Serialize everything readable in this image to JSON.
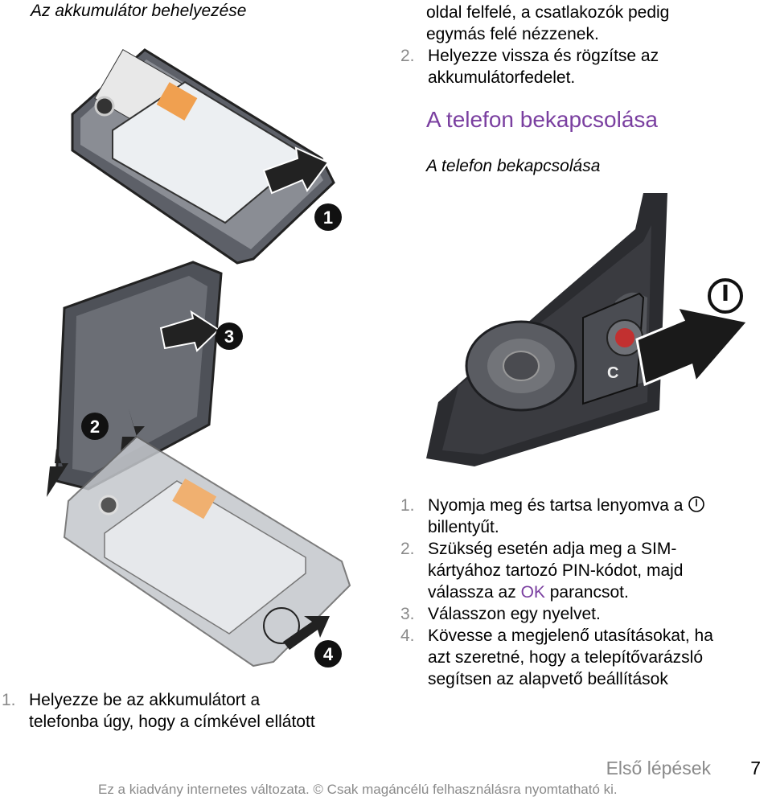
{
  "left": {
    "heading": "Az akkumulátor behelyezése",
    "step1_number": "1.",
    "step1_text_line1": "Helyezze be az akkumulátort a",
    "step1_text_line2": "telefonba úgy, hogy a címkével ellátott"
  },
  "right_top": {
    "line1": "oldal felfelé, a csatlakozók pedig",
    "line2": "egymás felé nézzenek.",
    "step2_number": "2.",
    "step2_line1": "Helyezze vissza és rögzítse az",
    "step2_line2": "akkumulátorfedelet."
  },
  "section": {
    "title": "A telefon bekapcsolása",
    "subtitle": "A telefon bekapcsolása"
  },
  "steps": [
    {
      "n": "1.",
      "a": "Nyomja meg és tartsa lenyomva a",
      "b": "billentyűt."
    },
    {
      "n": "2.",
      "a": "Szükség esetén adja meg a SIM-",
      "b": "kártyához tartozó PIN-kódot, majd",
      "c_pre": "válassza az ",
      "c_ok": "OK",
      "c_post": " parancsot."
    },
    {
      "n": "3.",
      "a": "Válasszon egy nyelvet."
    },
    {
      "n": "4.",
      "a": "Kövesse a megjelenő utasításokat, ha",
      "b": "azt szeretné, hogy a telepítővarázsló",
      "c": "segítsen az alapvető beállítások"
    }
  ],
  "callouts": {
    "one": "1",
    "two": "2",
    "three": "3",
    "four": "4"
  },
  "phone_key_label": "C",
  "footer": {
    "section": "Első lépések",
    "page": "7",
    "note": "Ez a kiadvány internetes változata. © Csak magáncélú felhasználásra nyomtatható ki."
  }
}
